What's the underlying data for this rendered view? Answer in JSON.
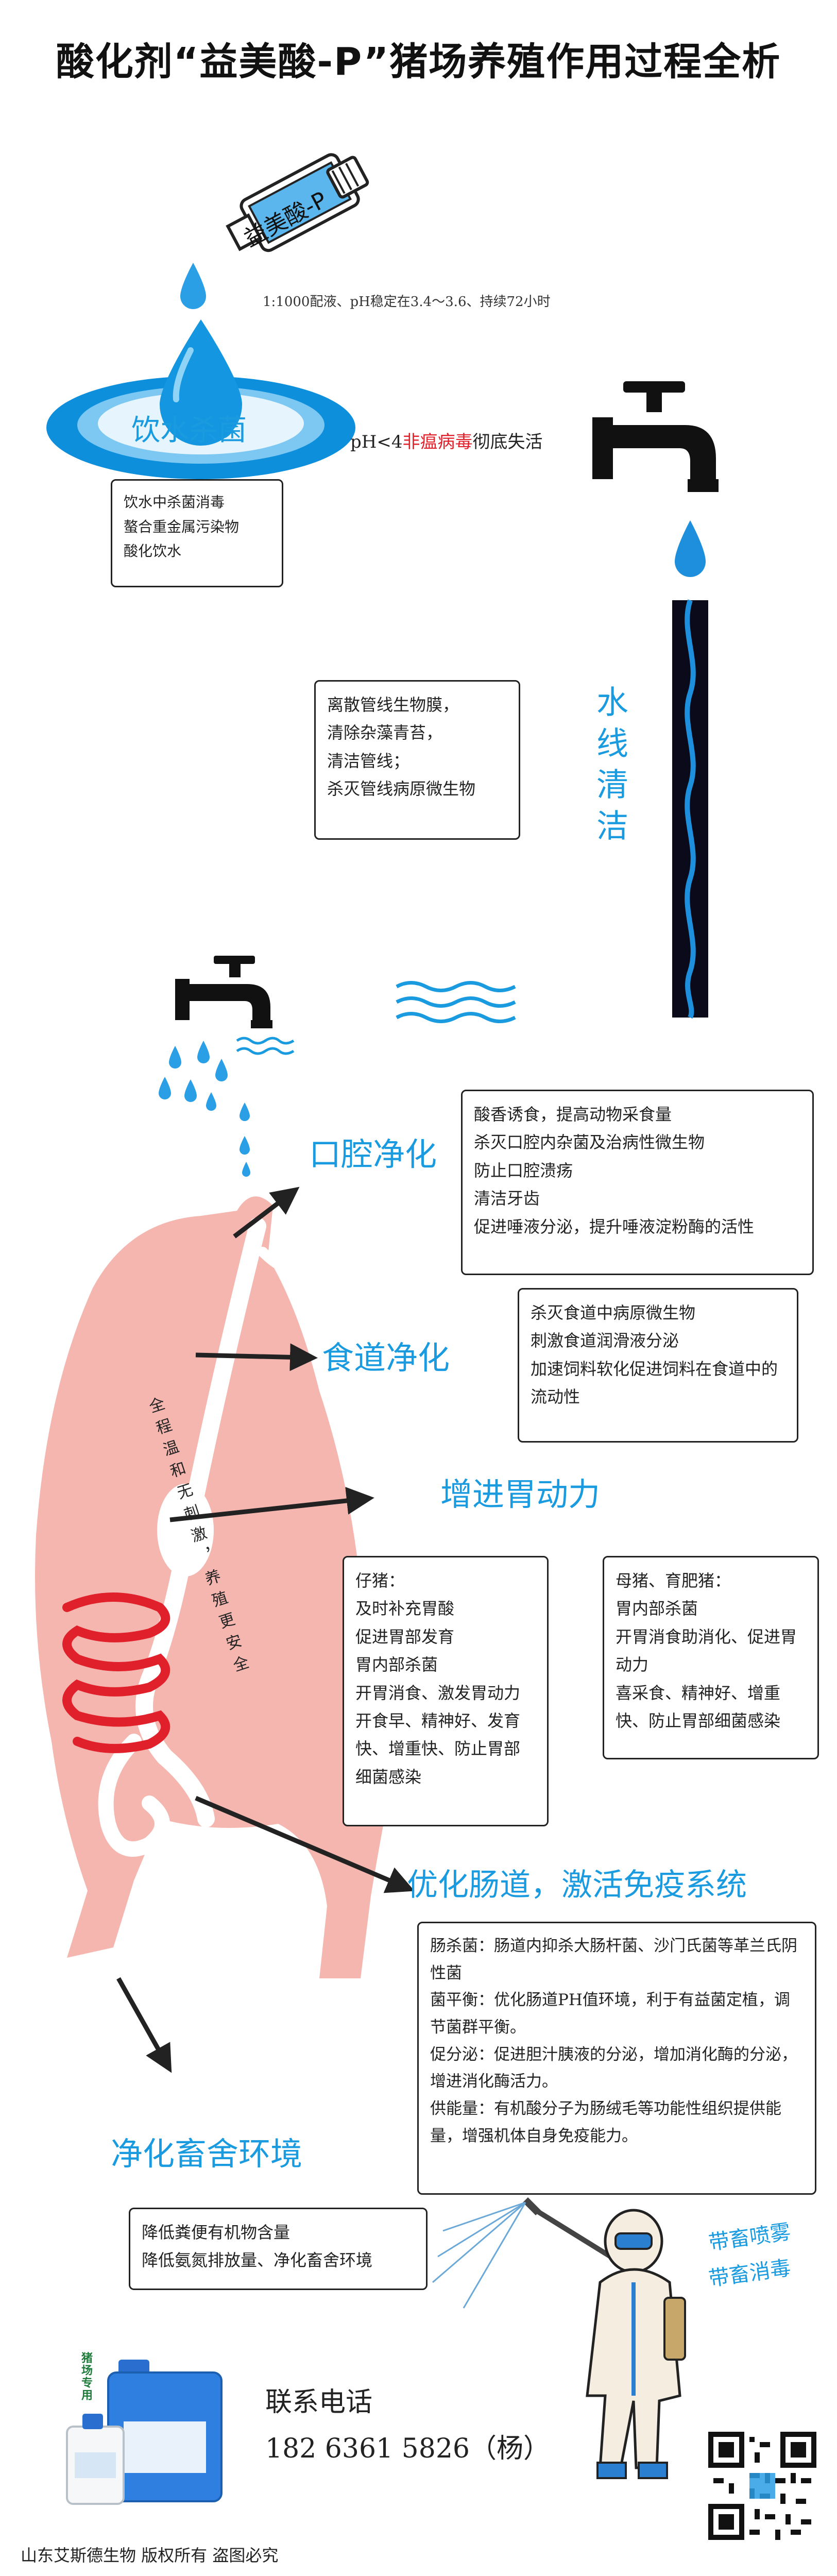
{
  "title": "酸化剂“益美酸-P”猪场养殖作用过程全析",
  "bottle_label": "益美酸-P",
  "dosage_note": "1:1000配液、pH稳定在3.4～3.6、持续72小时",
  "drink_label": "饮水杀菌",
  "drink_box": [
    "饮水中杀菌消毒",
    "螯合重金属污染物",
    "酸化饮水"
  ],
  "ph_note": {
    "prefix": "pH<4",
    "highlight": "非瘟病毒",
    "suffix": "彻底失活"
  },
  "water_line_label": "水线清洁",
  "water_line_box": [
    "离散管线生物膜，",
    "清除杂藻青苔，",
    "清洁管线；",
    "杀灭管线病原微生物"
  ],
  "oral": {
    "label": "口腔净化",
    "items": [
      "酸香诱食，提高动物采食量",
      "杀灭口腔内杂菌及治病性微生物",
      "防止口腔溃疡",
      "清洁牙齿",
      "促进唾液分泌，提升唾液淀粉酶的活性"
    ]
  },
  "esophagus": {
    "label": "食道净化",
    "items": [
      "杀灭食道中病原微生物",
      "刺激食道润滑液分泌",
      "加速饲料软化促进饲料在食道中的流动性"
    ]
  },
  "stomach": {
    "label": "增进胃动力"
  },
  "piglet_box": [
    "仔猪：",
    "及时补充胃酸",
    "促进胃部发育",
    "胃内部杀菌",
    "开胃消食、激发胃动力",
    "开食早、精神好、发育快、增重快、防止胃部细菌感染"
  ],
  "sow_box": [
    "母猪、育肥猪：",
    "胃内部杀菌",
    "开胃消食助消化、促进胃动力",
    "喜采食、精神好、增重快、防止胃部细菌感染"
  ],
  "pig_vertical_text": "全程温和无刺激，养殖更安全",
  "intestine": {
    "label": "优化肠道，激活免疫系统"
  },
  "intestine_box": [
    "肠杀菌：肠道内抑杀大肠杆菌、沙门氏菌等革兰氏阴性菌",
    "菌平衡：优化肠道PH值环境，利于有益菌定植，调节菌群平衡。",
    "促分泌：促进胆汁胰液的分泌，增加消化酶的分泌，增进消化酶活力。",
    "供能量：有机酸分子为肠绒毛等功能性组织提供能量，增强机体自身免疫能力。"
  ],
  "env": {
    "label": "净化畜舍环境"
  },
  "env_box": [
    "降低粪便有机物含量",
    "降低氨氮排放量、净化畜舍环境"
  ],
  "spray_labels": [
    "带畜喷雾",
    "带畜消毒"
  ],
  "product_tag": "猪场专用",
  "contact_label": "联系电话",
  "contact_phone": "182 6361 5826（杨）",
  "footer": "山东艾斯德生物 版权所有 盗图必究",
  "colors": {
    "accent_blue": "#1a9be0",
    "pig_pink": "#f6b6b0",
    "intestine_red": "#e0202a"
  }
}
